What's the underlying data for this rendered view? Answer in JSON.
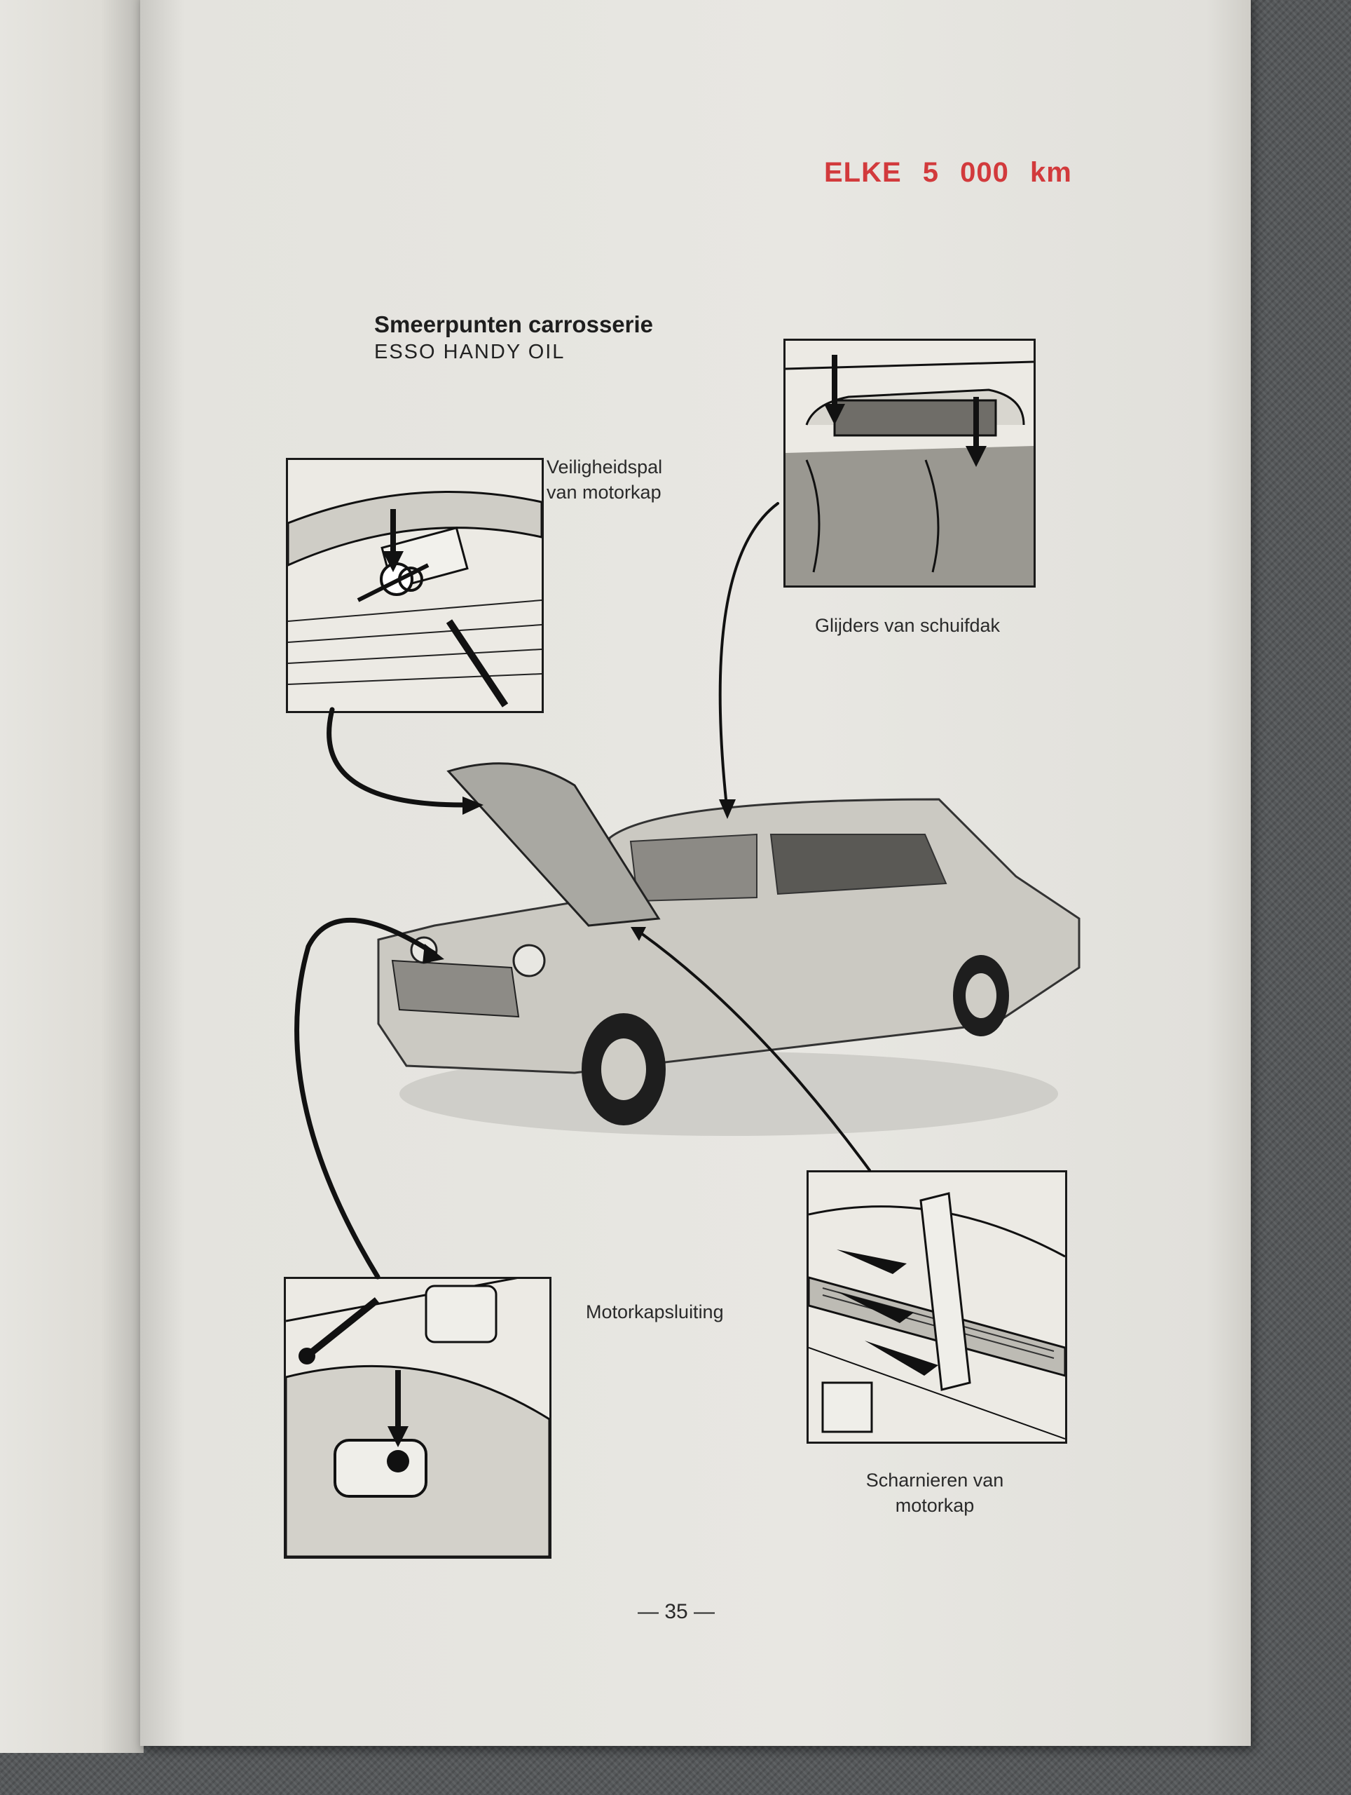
{
  "header": {
    "interval": "ELKE 5 000 km"
  },
  "section": {
    "title": "Smeerpunten carrosserie",
    "lubricant": "ESSO HANDY OIL"
  },
  "callouts": [
    {
      "label_line1": "Veiligheidspal",
      "label_line2": "van motorkap"
    },
    {
      "label_line1": "Glijders van schuifdak"
    },
    {
      "label_line1": "Motorkapsluiting"
    },
    {
      "label_line1": "Scharnieren van",
      "label_line2": "motorkap"
    }
  ],
  "footer": {
    "page_number": "— 35 —"
  },
  "colors": {
    "accent": "#d23a3c",
    "ink": "#1e1e1e",
    "paper": "#e8e7e2"
  }
}
